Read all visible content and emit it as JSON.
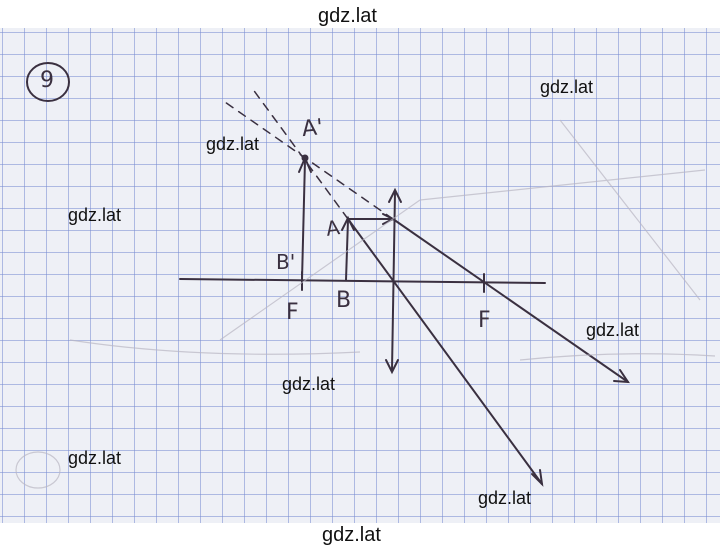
{
  "watermarks": {
    "top": "gdz.lat",
    "upper_right": "gdz.lat",
    "near_a_prime": "gdz.lat",
    "left_middle": "gdz.lat",
    "right_middle": "gdz.lat",
    "center_bottom": "gdz.lat",
    "left_bottom": "gdz.lat",
    "right_bottom": "gdz.lat",
    "bottom": "gdz.lat"
  },
  "sketch": {
    "problem_number": "9",
    "labels": {
      "a_prime": "A'",
      "a": "A",
      "b_prime": "B'",
      "b": "B",
      "f_left": "F",
      "f_right": "F"
    }
  },
  "colors": {
    "ink": "#3a3040",
    "grid": "#7a8cd2",
    "paper": "#eef0f6"
  }
}
